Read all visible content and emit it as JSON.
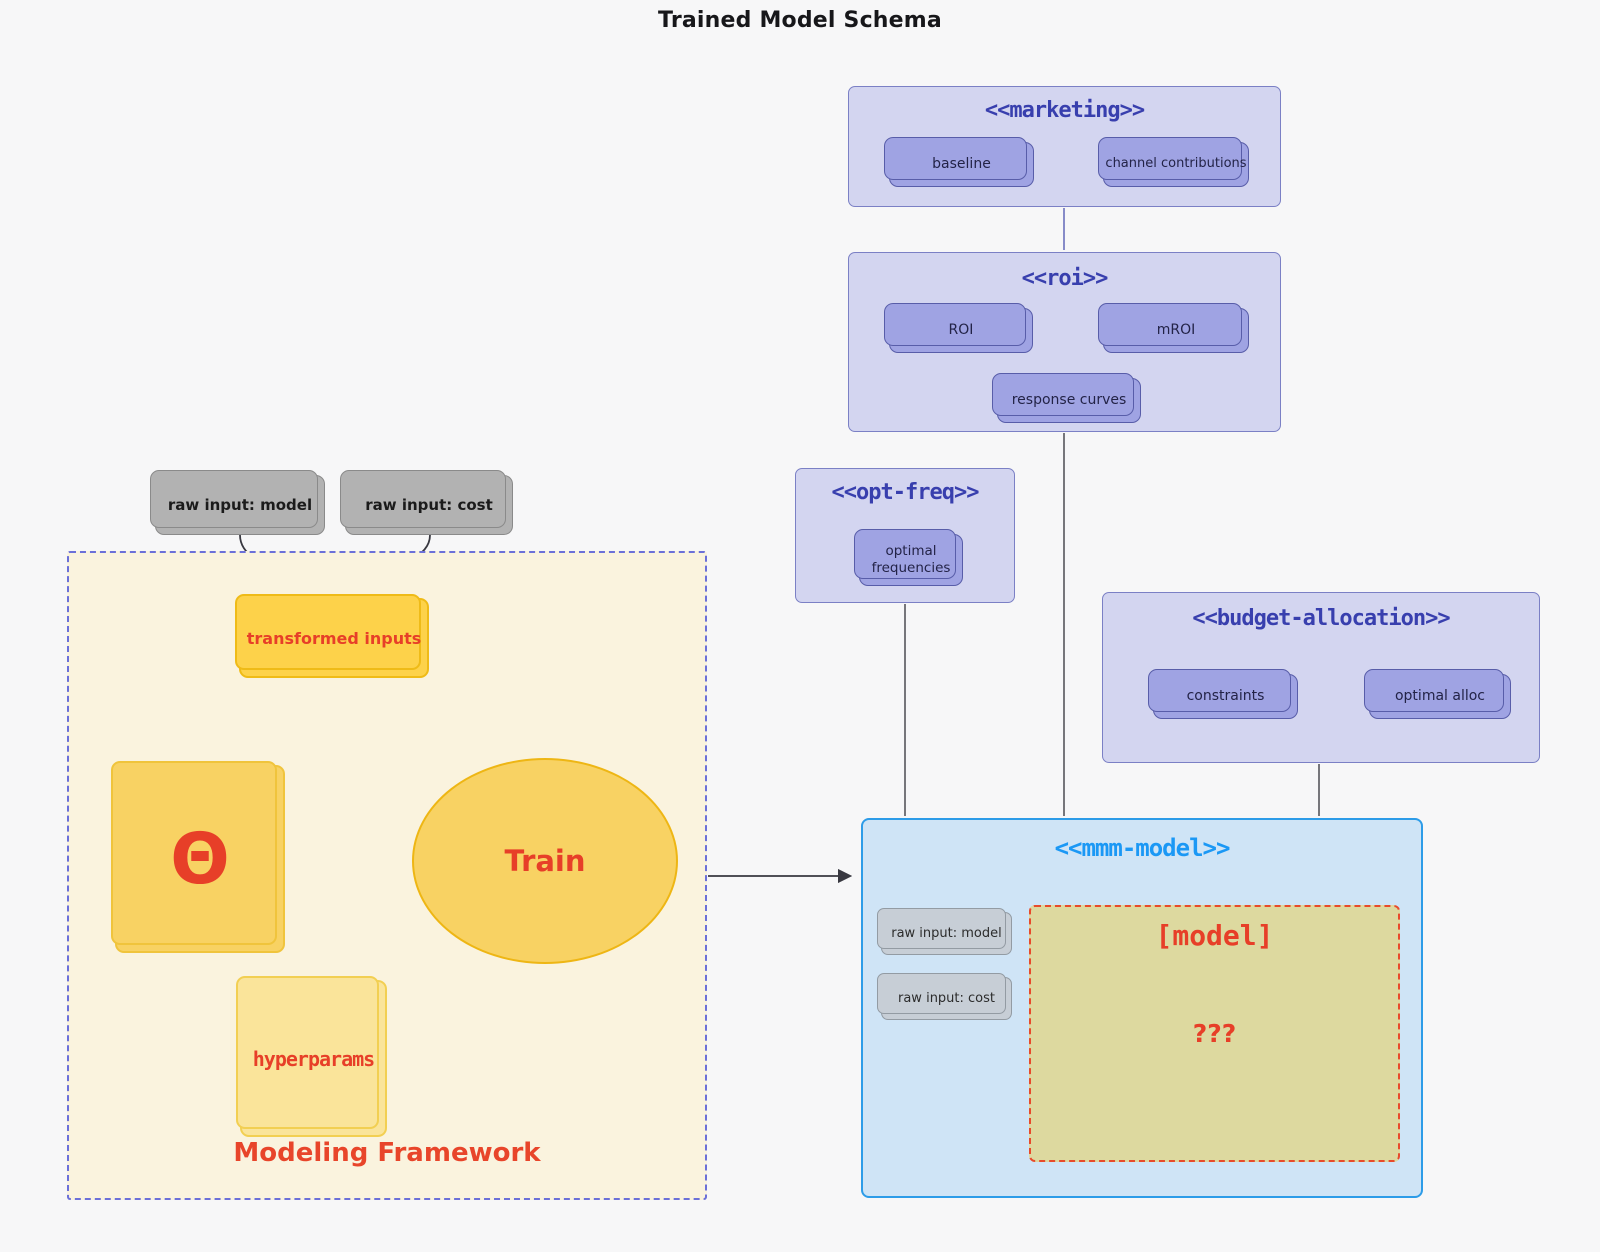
{
  "title": "Trained Model Schema",
  "colors": {
    "background": "#f7f7f8",
    "lavender_container": "#d3d5f0",
    "purple_node": "#9fa3e3",
    "indigo_text": "#383fae",
    "cream_container": "#faf3de",
    "yellow_node": "#f8d263",
    "red_accent": "#e73f28",
    "blue_container": "#cfe4f6",
    "blue_title": "#1b98f5",
    "khaki_model_box": "#ddd99f",
    "gray_node": "#b2b2b2"
  },
  "inputs": {
    "model": "raw input: model",
    "cost": "raw input: cost"
  },
  "framework": {
    "label": "Modeling Framework",
    "transformed_inputs": "transformed inputs",
    "theta": "Θ",
    "train": "Train",
    "hyperparams": "hyperparams"
  },
  "marketing": {
    "title": "<<marketing>>",
    "baseline": "baseline",
    "channel_contributions": "channel contributions"
  },
  "roi": {
    "title": "<<roi>>",
    "roi": "ROI",
    "mroi": "mROI",
    "response_curves": "response curves"
  },
  "opt_freq": {
    "title": "<<opt-freq>>",
    "optimal_frequencies": "optimal frequencies"
  },
  "budget": {
    "title": "<<budget-allocation>>",
    "constraints": "constraints",
    "optimal_alloc": "optimal alloc"
  },
  "mmm": {
    "title": "<<mmm-model>>",
    "raw_model": "raw input: model",
    "raw_cost": "raw input: cost",
    "model_label": "[model]",
    "unknown_label": "???"
  }
}
